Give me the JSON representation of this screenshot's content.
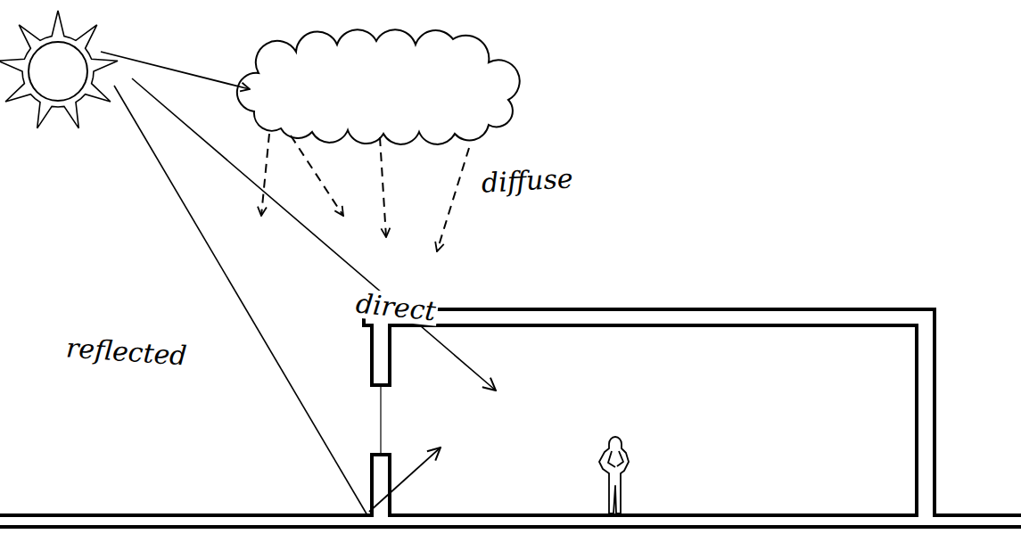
{
  "diagram": {
    "labels": [
      "diffuse",
      "direct",
      "reflected"
    ]
  }
}
